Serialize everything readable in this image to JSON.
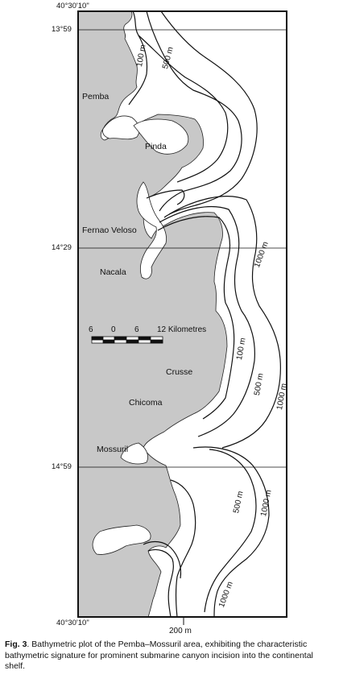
{
  "map": {
    "coord_top": "40°30'10\"",
    "coord_bottom": "40°30'10\"",
    "lat_1": "13°59",
    "lat_2": "14°29",
    "lat_3": "14°59",
    "places": {
      "pemba": "Pemba",
      "pinda": "Pinda",
      "fernao_veloso": "Fernao Veloso",
      "nacala": "Nacala",
      "crusse": "Crusse",
      "chicoma": "Chicoma",
      "mossuril": "Mossuril"
    },
    "depths": {
      "d100_top": "100 m",
      "d500_top": "500 m",
      "d1000_upper": "1000 m",
      "d100_mid": "100 m",
      "d500_mid": "500 m",
      "d1000_mid": "1000 m",
      "d500_low": "500 m",
      "d1000_low": "1000 m",
      "d1000_bottom": "1000 m",
      "d200_bottom": "200 m"
    },
    "scale": {
      "t6a": "6",
      "t0": "0",
      "t6b": "6",
      "t12": "12 Kilometres"
    },
    "colors": {
      "land": "#c8c8c8",
      "sea": "#ffffff",
      "line": "#111111"
    }
  },
  "caption": {
    "label": "Fig. 3",
    "text": ". Bathymetric plot of the Pemba–Mossuril area, exhibiting the characteristic bathymetric signature for prominent submarine canyon incision into the continental shelf."
  }
}
